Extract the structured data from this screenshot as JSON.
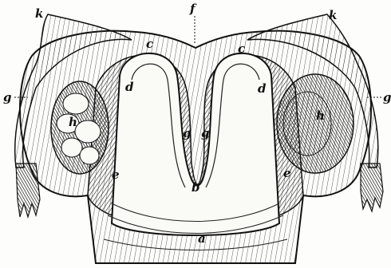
{
  "figure": {
    "labels": {
      "a": "a",
      "b": "b",
      "c_left": "c",
      "c_right": "c",
      "d_left": "d",
      "d_right": "d",
      "e_left": "e",
      "e_right": "e",
      "f": "f",
      "g_left": "g",
      "g_right": "g",
      "g_inner_left": "g",
      "g_inner_right": "g",
      "h_left": "h",
      "h_right": "h",
      "k_left": "k",
      "k_right": "k"
    },
    "colors": {
      "ink": "#111111",
      "paper": "#fdfdfb"
    }
  }
}
